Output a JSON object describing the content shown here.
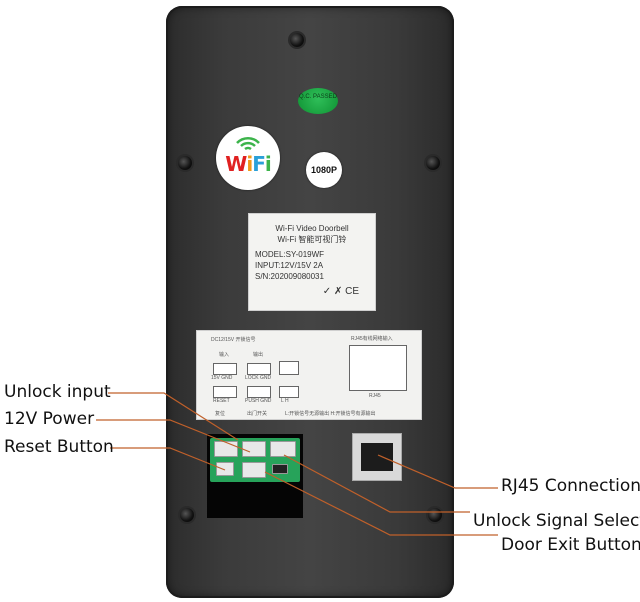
{
  "device": {
    "qc_sticker": "Q.C. PASSED",
    "wifi_badge": "WiFi",
    "resolution_badge": "1080P",
    "nameplate": {
      "line1": "Wi-Fi  Video Doorbell",
      "line2": "Wi-Fi 智能可视门铃",
      "model": "MODEL:SY-019WF",
      "input": "INPUT:12V/15V 2A",
      "serial": "S/N:202009080031",
      "certifications": "✓ ✗ CE"
    },
    "wiring_sticker": {
      "dc_title": "DC12/15V  开锁信号",
      "rj45_title": "RJ45有线网络输入",
      "input_label": "输入",
      "output_label": "输出",
      "term_15v_gnd": "15V GND",
      "term_lock_gnd": "LOCK GND",
      "term_reset": "RESET",
      "term_push_gnd": "PUSH GND",
      "term_l_h": "L  H",
      "reset_cn": "复位",
      "exit_cn": "出门开关",
      "signal_note": "L:开锁信号无源输出  H:开锁信号有源输出",
      "rj45_label": "RJ45"
    }
  },
  "callouts": {
    "unlock_input": "Unlock input",
    "power_12v": "12V Power",
    "reset_button": "Reset Button",
    "rj45_connection": "RJ45 Connection",
    "unlock_signal_select": "Unlock Signal Select",
    "door_exit_button": "Door Exit Button"
  },
  "colors": {
    "leader_line": "#c0602a",
    "device_body": "#3b3b3b",
    "pcb_green": "#27a35a",
    "wifi_w": "#e02020",
    "wifi_i1": "#f29a1a",
    "wifi_f": "#2aa0d8",
    "wifi_i2": "#3cb44b"
  }
}
